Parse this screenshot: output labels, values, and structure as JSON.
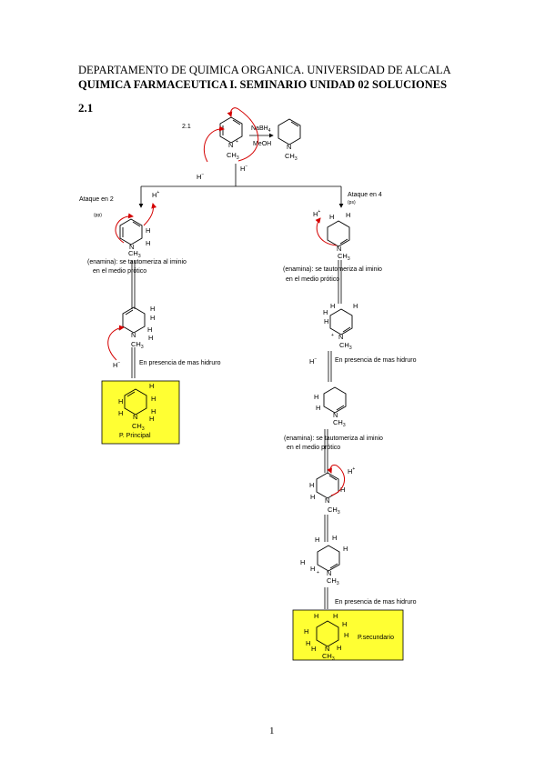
{
  "header": {
    "line1": "DEPARTAMENTO DE QUIMICA ORGANICA. UNIVERSIDAD DE ALCALA",
    "line2": "QUIMICA FARMACEUTICA I. SEMINARIO UNIDAD 02 SOLUCIONES"
  },
  "section": "2.1",
  "scheme": {
    "label": "2.1",
    "reagent1": "NaBH",
    "reagent1_sub": "4",
    "reagent2": "MeOH",
    "hydride": "H",
    "minus": "−",
    "plus": "+",
    "proton": "H",
    "atom_N": "N",
    "atom_H": "H",
    "ch3": "CH",
    "ch3_sub": "3",
    "left": {
      "attack": "Ataque en 2",
      "attack_note": "(pp)",
      "enamine": "(enamina): se tautomeriza al iminio",
      "enamine2": "en el medio prótico",
      "more_hydride": "En presencia de mas hidruro",
      "product": "P. Principal"
    },
    "right": {
      "attack": "Ataque en 4",
      "attack_note": "(ps)",
      "enamine": "(enamina): se tautomeriza al iminio",
      "enamine2": "en el medio prótico",
      "more_hydride": "En presencia de mas hidruro",
      "enamine_b": "(enamina): se tautomeriza al iminio",
      "enamine_b2": "en el medio prótico",
      "more_hydride_b": "En presencia de mas hidruro",
      "product": "P.secundario"
    }
  },
  "page_number": "1"
}
